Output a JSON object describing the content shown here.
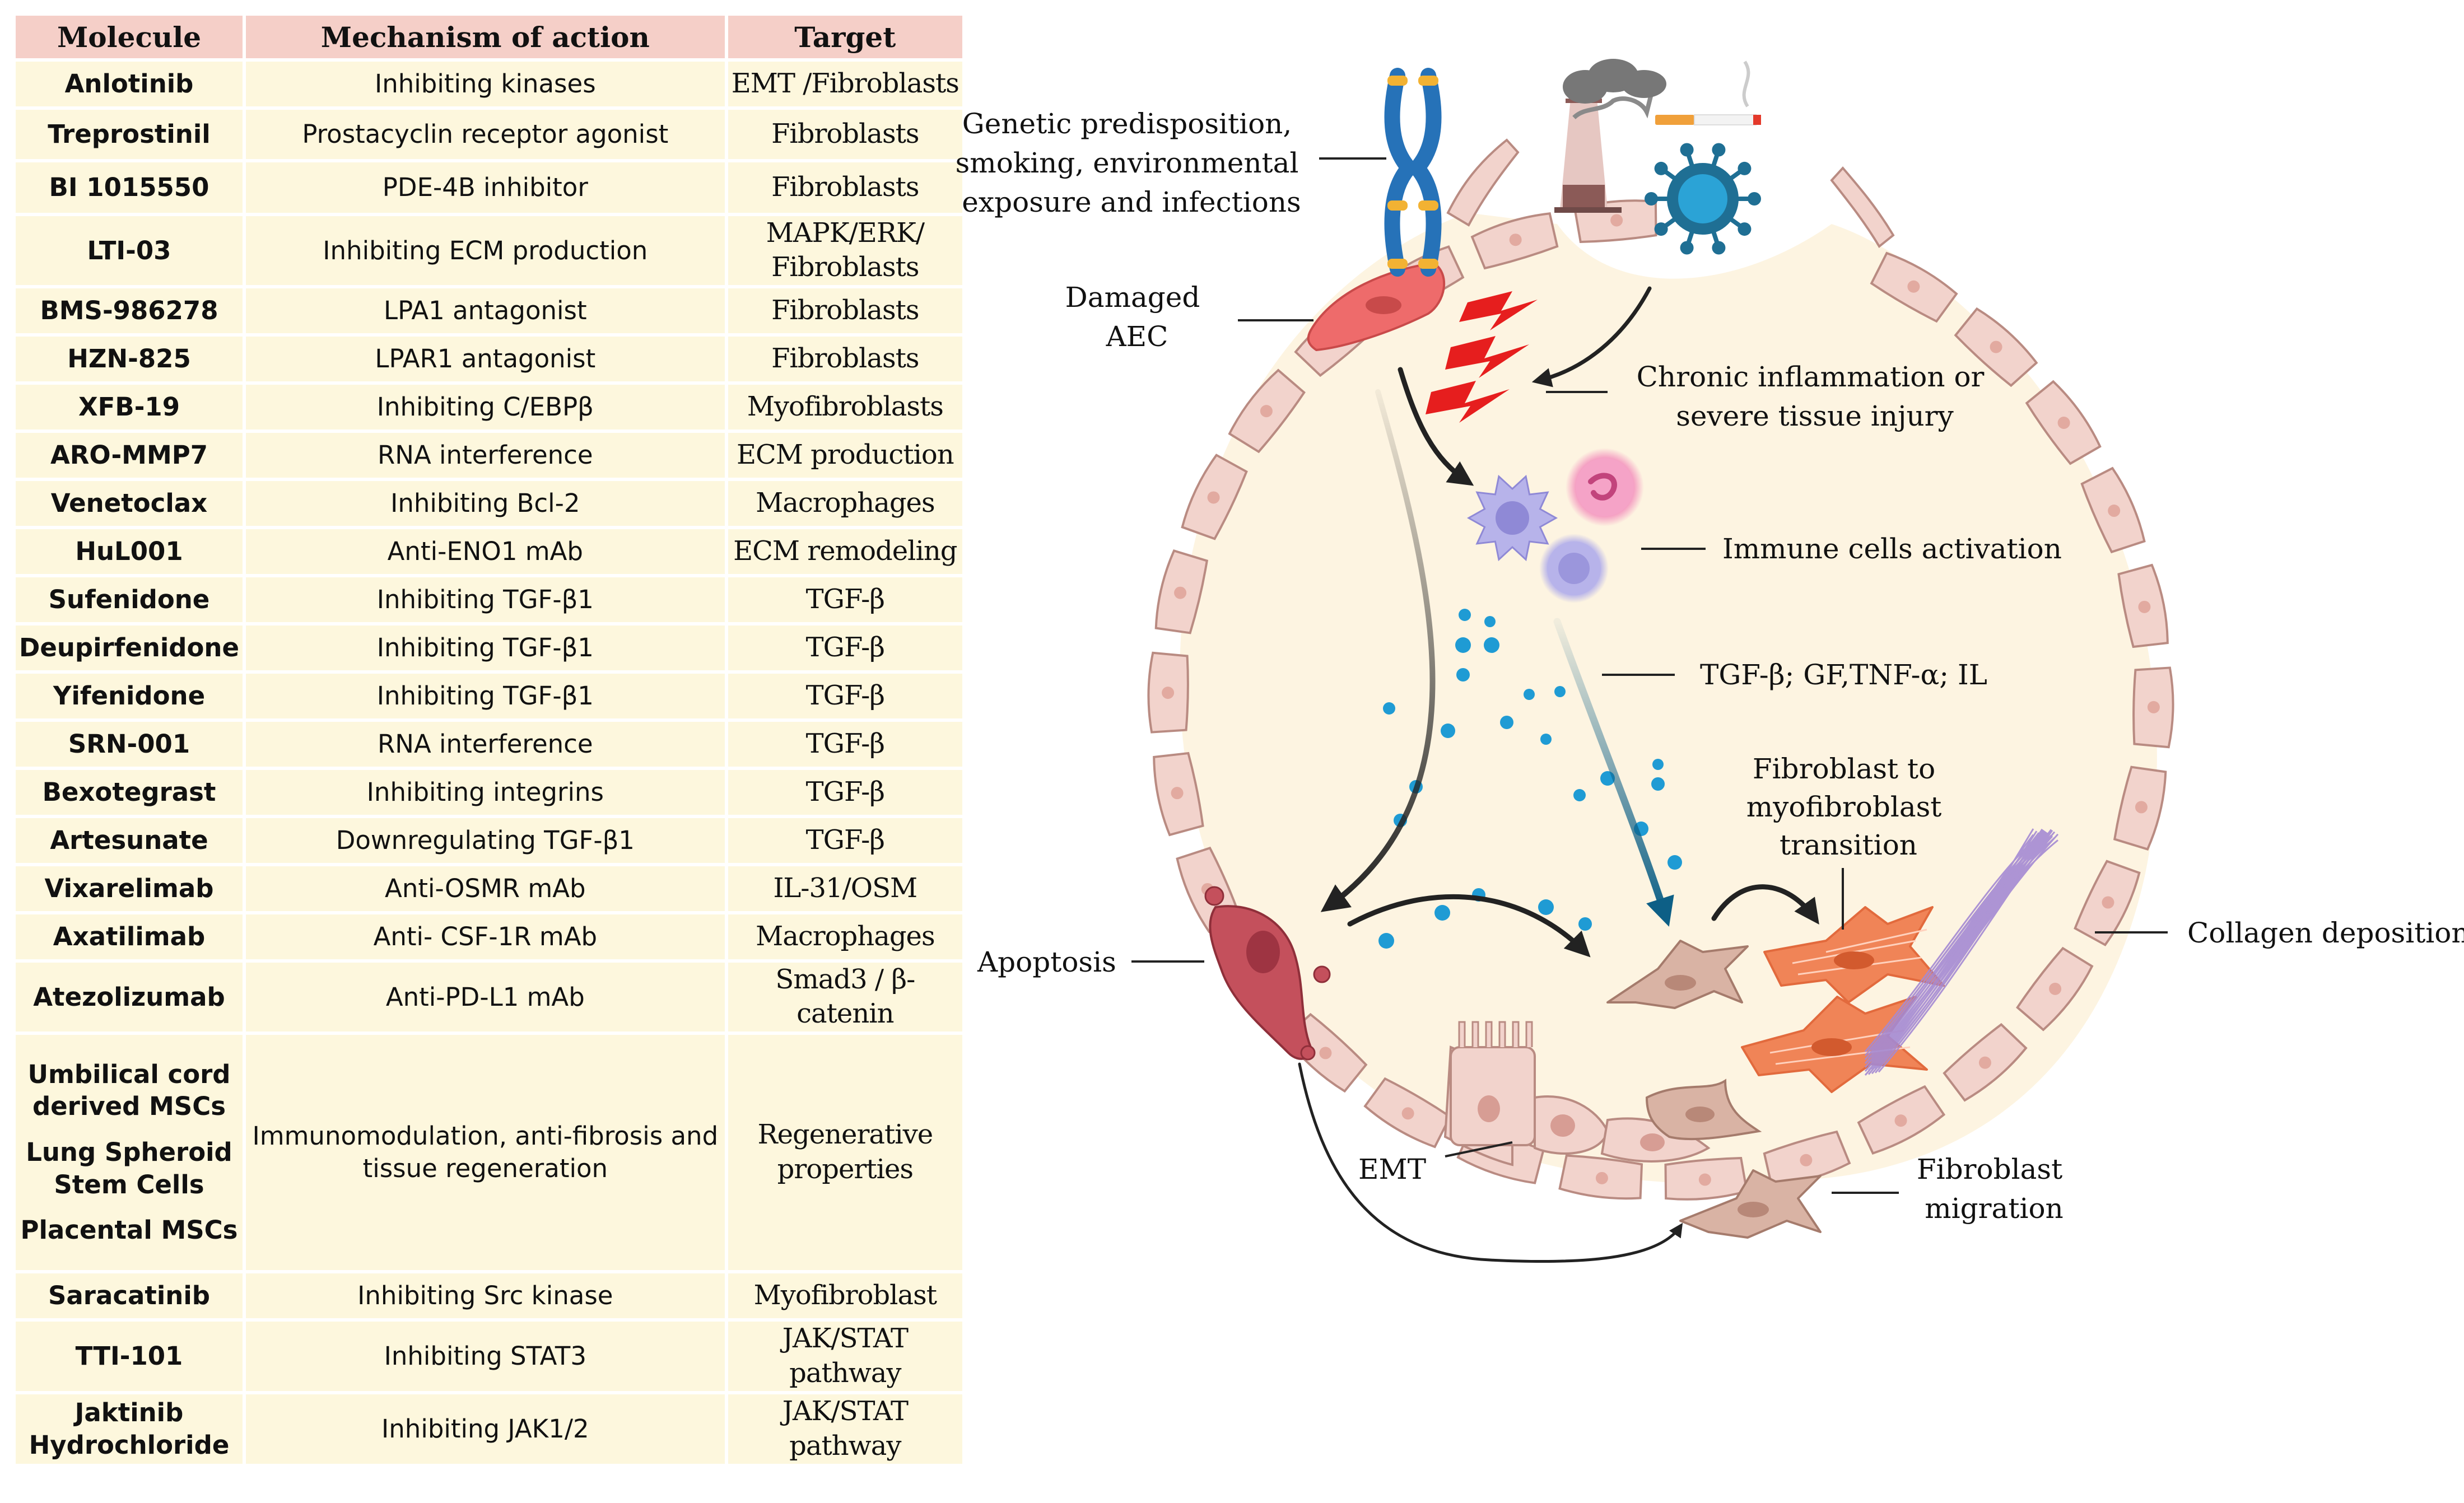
{
  "table": {
    "headers": [
      "Molecule",
      "Mechanism of action",
      "Target"
    ],
    "rows": [
      {
        "molecule": "Anlotinib",
        "mechanism": "Inhibiting kinases",
        "target": "EMT /Fibroblasts"
      },
      {
        "molecule": "Treprostinil",
        "mechanism": "Prostacyclin receptor agonist",
        "target": "Fibroblasts"
      },
      {
        "molecule": "BI 1015550",
        "mechanism": "PDE-4B inhibitor",
        "target": "Fibroblasts"
      },
      {
        "molecule": "LTI-03",
        "mechanism": "Inhibiting ECM production",
        "target": "MAPK/ERK/ Fibroblasts"
      },
      {
        "molecule": "BMS-986278",
        "mechanism": "LPA1 antagonist",
        "target": "Fibroblasts"
      },
      {
        "molecule": "HZN-825",
        "mechanism": "LPAR1 antagonist",
        "target": "Fibroblasts"
      },
      {
        "molecule": "XFB-19",
        "mechanism": "Inhibiting C/EBPβ",
        "target": "Myofibroblasts"
      },
      {
        "molecule": "ARO-MMP7",
        "mechanism": "RNA interference",
        "target": "ECM production"
      },
      {
        "molecule": "Venetoclax",
        "mechanism": "Inhibiting Bcl-2",
        "target": "Macrophages"
      },
      {
        "molecule": "HuL001",
        "mechanism": "Anti-ENO1 mAb",
        "target": "ECM remodeling"
      },
      {
        "molecule": "Sufenidone",
        "mechanism": "Inhibiting TGF-β1",
        "target": "TGF-β"
      },
      {
        "molecule": "Deupirfenidone",
        "mechanism": "Inhibiting TGF-β1",
        "target": "TGF-β"
      },
      {
        "molecule": "Yifenidone",
        "mechanism": "Inhibiting TGF-β1",
        "target": "TGF-β"
      },
      {
        "molecule": "SRN-001",
        "mechanism": "RNA interference",
        "target": "TGF-β"
      },
      {
        "molecule": "Bexotegrast",
        "mechanism": "Inhibiting integrins",
        "target": "TGF-β"
      },
      {
        "molecule": "Artesunate",
        "mechanism": "Downregulating TGF-β1",
        "target": "TGF-β"
      },
      {
        "molecule": "Vixarelimab",
        "mechanism": "Anti-OSMR mAb",
        "target": "IL-31/OSM"
      },
      {
        "molecule": "Axatilimab",
        "mechanism": "Anti- CSF-1R mAb",
        "target": "Macrophages"
      },
      {
        "molecule": "Atezolizumab",
        "mechanism": "Anti-PD-L1 mAb",
        "target": "Smad3 / β-catenin"
      }
    ],
    "msc_group": {
      "molecules": [
        "Umbilical cord derived MSCs",
        "Lung Spheroid Stem Cells",
        "Placental MSCs"
      ],
      "mechanism": "Immunomodulation, anti-fibrosis and tissue regeneration",
      "target": "Regenerative properties"
    },
    "rows_after": [
      {
        "molecule": "Saracatinib",
        "mechanism": "Inhibiting Src kinase",
        "target": "Myofibroblast"
      },
      {
        "molecule": "TTI-101",
        "mechanism": "Inhibiting STAT3",
        "target": "JAK/STAT pathway"
      },
      {
        "molecule": "Jaktinib Hydrochloride",
        "mechanism": "Inhibiting JAK1/2",
        "target": "JAK/STAT pathway"
      }
    ]
  },
  "diagram": {
    "labels": {
      "risk_factors": [
        "Genetic predisposition,",
        "smoking, environmental",
        "exposure and infections"
      ],
      "damaged_aec": [
        "Damaged",
        "AEC"
      ],
      "inflammation": [
        "Chronic inflammation or",
        "severe tissue injury"
      ],
      "immune": "Immune cells activation",
      "cytokines": "TGF-β; GF,TNF-α; IL",
      "fmt": [
        "Fibroblast to",
        "myofibroblast",
        "transition"
      ],
      "collagen": "Collagen deposition",
      "apoptosis": "Apoptosis",
      "emt": "EMT",
      "migration": [
        "Fibroblast",
        "migration"
      ]
    },
    "colors": {
      "alveolus_fill": "#fdf4e1",
      "epithelial_cell": "#f2d3cc",
      "damaged_cell": "#ee6b6b",
      "apoptotic_cell": "#c4505c",
      "fibroblast": "#d9b3a4",
      "myofibroblast": "#f08457",
      "collagen": "#a58ad3",
      "cytokine_dot": "#1f9bd4",
      "lightning": "#e61e1e",
      "arrow": "#222222"
    }
  }
}
